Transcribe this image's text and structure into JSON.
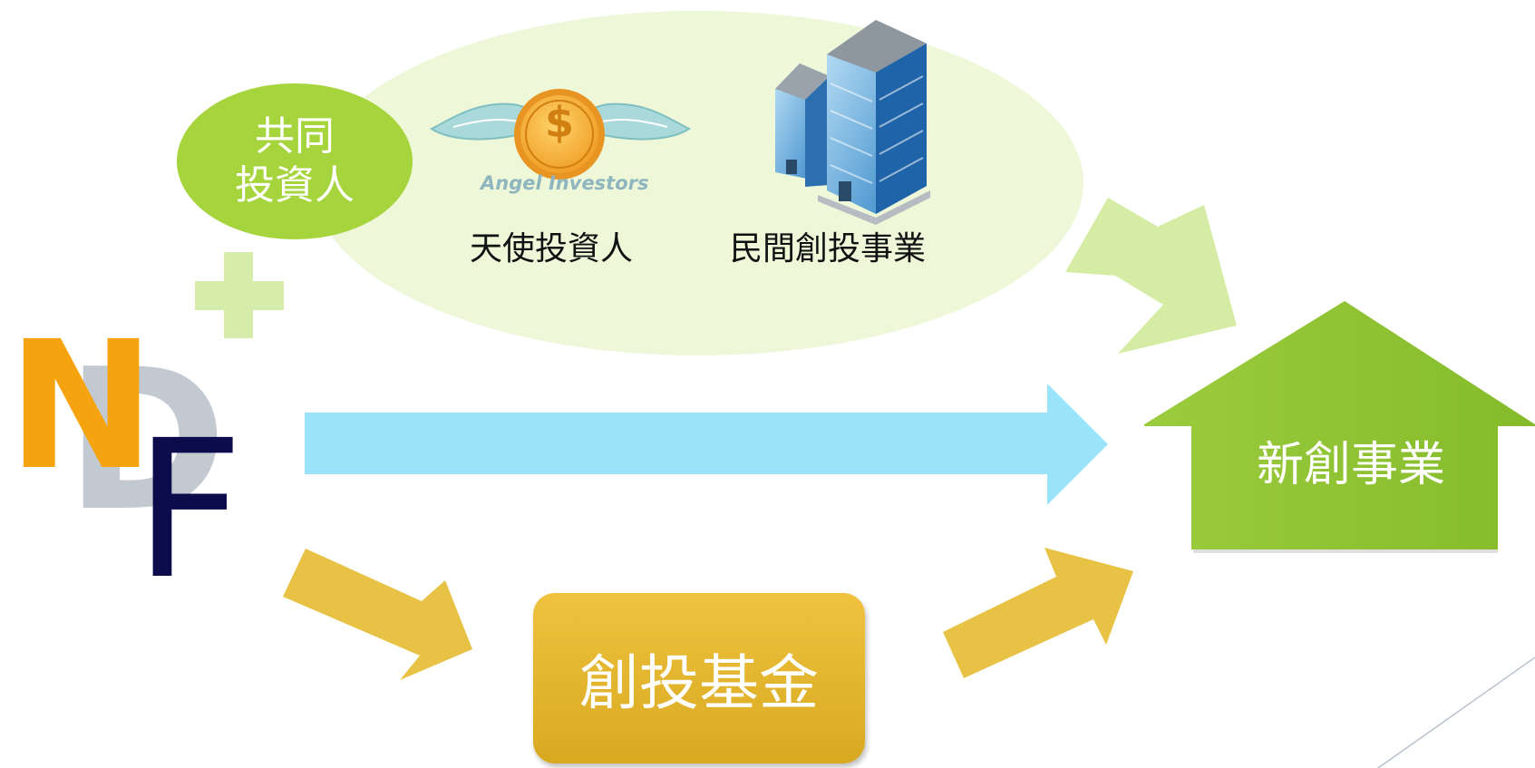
{
  "labels": {
    "co_investor_line1": "共同",
    "co_investor_line2": "投資人",
    "angel_investors_caption": "Angel Investors",
    "angel_investors_label": "天使投資人",
    "venture_capital_label": "民間創投事業",
    "startup_label": "新創事業",
    "vc_fund_label": "創投基金",
    "coin_symbol": "$"
  },
  "logo": {
    "letters": [
      "N",
      "D",
      "F"
    ],
    "colors": {
      "n": "#f5a30f",
      "d": "#c3c9d1",
      "f": "#0c0c4d"
    }
  },
  "colors": {
    "ellipse_fill": "#eef7d8",
    "co_investor_fill": "#a6d43c",
    "plus_fill": "#d6ecaa",
    "upper_arrow_fill": "#d4eca3",
    "middle_arrow_fill": "#9ae4fa",
    "fund_arrow_fill": "#e8c244",
    "fund_box_fill": "#e6b52c",
    "startup_fill": "#8dc433"
  },
  "icons": [
    "angel-coin-icon",
    "office-buildings-icon",
    "plus-icon"
  ]
}
